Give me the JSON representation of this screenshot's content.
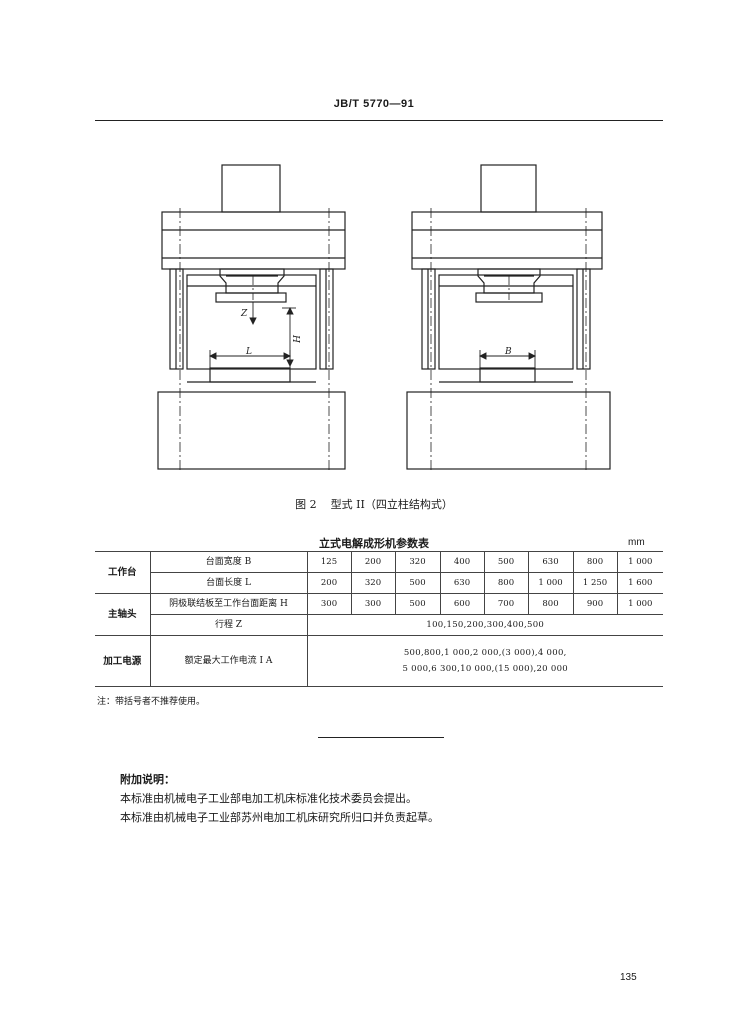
{
  "header": {
    "standard_code": "JB/T 5770—91"
  },
  "figure": {
    "left_labels": {
      "stroke": "Z",
      "height": "H",
      "length": "L"
    },
    "right_labels": {
      "width": "B"
    },
    "caption_number": "图 2",
    "caption_text": "型式 II（四立柱结构式）"
  },
  "table": {
    "title": "立式电解成形机参数表",
    "unit": "mm",
    "groups": {
      "worktable": "工作台",
      "spindle": "主轴头",
      "power": "加工电源"
    },
    "rows": {
      "width": {
        "label": "台面宽度 B",
        "values": [
          "125",
          "200",
          "320",
          "400",
          "500",
          "630",
          "800",
          "1 000"
        ]
      },
      "length": {
        "label": "台面长度 L",
        "values": [
          "200",
          "320",
          "500",
          "630",
          "800",
          "1 000",
          "1 250",
          "1 600"
        ]
      },
      "height": {
        "label": "阴极联结板至工作台面距离 H",
        "values": [
          "300",
          "300",
          "500",
          "600",
          "700",
          "800",
          "900",
          "1 000"
        ]
      },
      "stroke": {
        "label": "行程 Z",
        "value": "100,150,200,300,400,500"
      },
      "current": {
        "label": "额定最大工作电流 I   A",
        "line1": "500,800,1 000,2 000,(3 000),4 000,",
        "line2": "5 000,6 300,10 000,(15 000),20 000"
      }
    },
    "note": "注：带括号者不推荐使用。"
  },
  "appendix": {
    "heading": "附加说明：",
    "line1": "本标准由机械电子工业部电加工机床标准化技术委员会提出。",
    "line2": "本标准由机械电子工业部苏州电加工机床研究所归口并负责起草。"
  },
  "page_number": "135"
}
